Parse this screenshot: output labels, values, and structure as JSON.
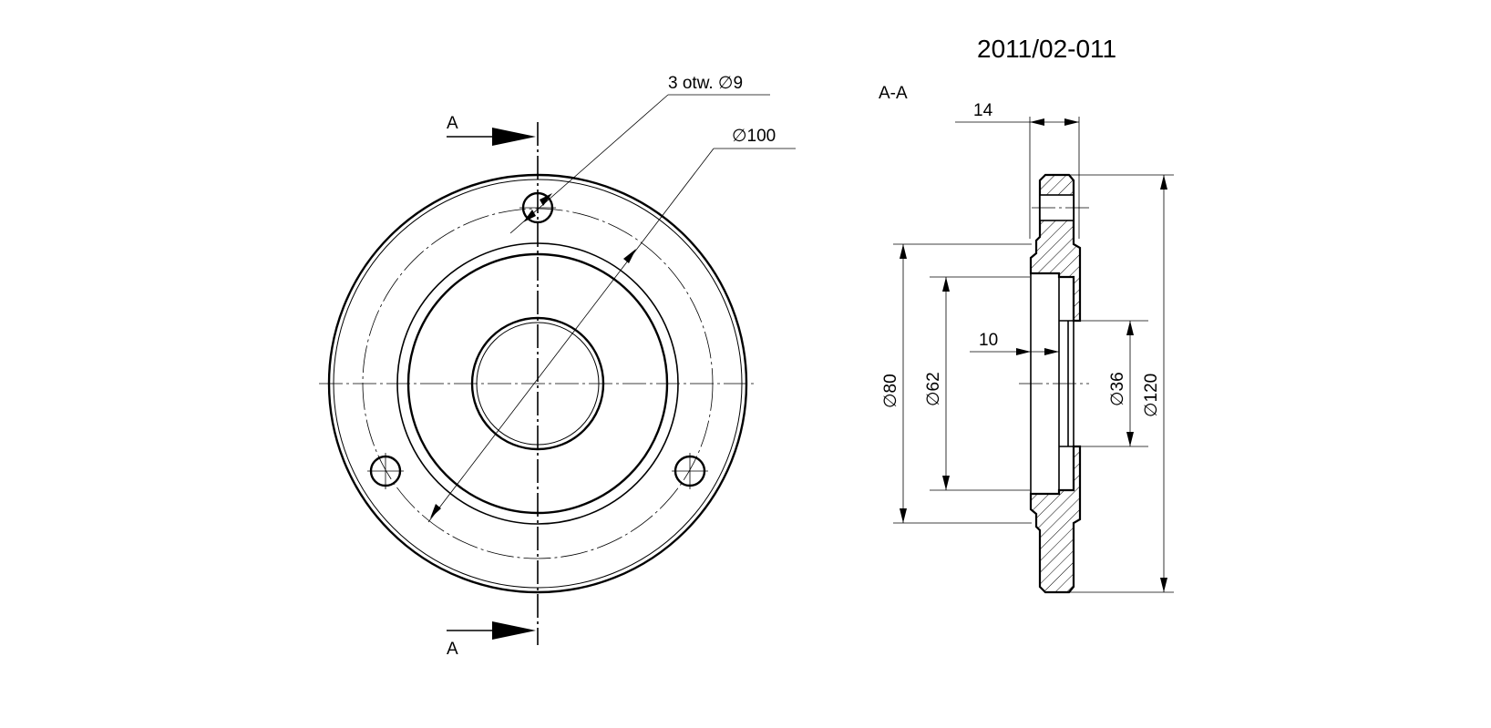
{
  "drawing": {
    "number": "2011/02-011",
    "section_label": "A-A",
    "cut_marker": "A"
  },
  "dimensions": {
    "holes": "3 otw. ∅9",
    "d100": "∅100",
    "t14": "14",
    "t10": "10",
    "d80": "∅80",
    "d62": "∅62",
    "d36": "∅36",
    "d120": "∅120"
  },
  "colors": {
    "line": "#000000",
    "background": "#ffffff"
  }
}
